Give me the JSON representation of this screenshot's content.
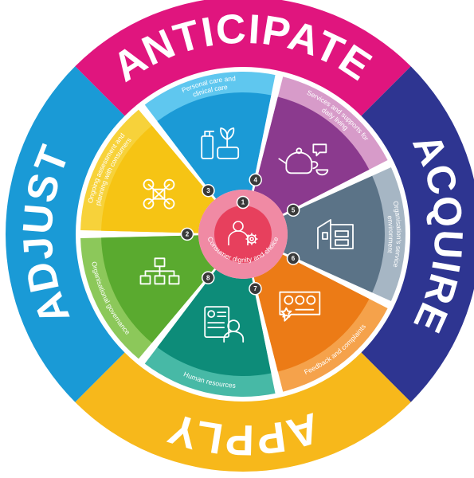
{
  "outer_ring": [
    {
      "label": "ANTICIPATE",
      "color": "#e0157e"
    },
    {
      "label": "ACQUIRE",
      "color": "#2e3591"
    },
    {
      "label": "APPLY",
      "color": "#f7b81b"
    },
    {
      "label": "ADJUST",
      "color": "#1a9ad6"
    }
  ],
  "center": {
    "number": "1",
    "label": "Consumer dignity and choice",
    "outer_color": "#f08aa4",
    "inner_color": "#e7405d"
  },
  "segments": [
    {
      "number": "2",
      "label_lines": [
        "Ongoing assessment and",
        "planning with consumers"
      ],
      "outer_color": "#f7d23a",
      "inner_color": "#f6c414",
      "icon": "people-network-icon"
    },
    {
      "number": "3",
      "label_lines": [
        "Personal care and",
        "clinical care"
      ],
      "outer_color": "#5fc7ef",
      "inner_color": "#1b9ad6",
      "icon": "care-products-icon"
    },
    {
      "number": "4",
      "label_lines": [
        "Services and supports for",
        "daily living"
      ],
      "outer_color": "#d79bc9",
      "inner_color": "#8b3a8e",
      "icon": "teapot-icon"
    },
    {
      "number": "5",
      "label_lines": [
        "Organisation's service",
        "environment"
      ],
      "outer_color": "#a6b6c4",
      "inner_color": "#5b7387",
      "icon": "building-icon"
    },
    {
      "number": "6",
      "label_lines": [
        "Feedback and complaints"
      ],
      "outer_color": "#f5a24b",
      "inner_color": "#ec7b16",
      "icon": "feedback-faces-icon"
    },
    {
      "number": "7",
      "label_lines": [
        "Human resources"
      ],
      "outer_color": "#47b9a6",
      "inner_color": "#0d8c79",
      "icon": "resume-person-icon"
    },
    {
      "number": "8",
      "label_lines": [
        "Organisational governance"
      ],
      "outer_color": "#8cc85a",
      "inner_color": "#5aaa2f",
      "icon": "org-chart-icon"
    }
  ]
}
